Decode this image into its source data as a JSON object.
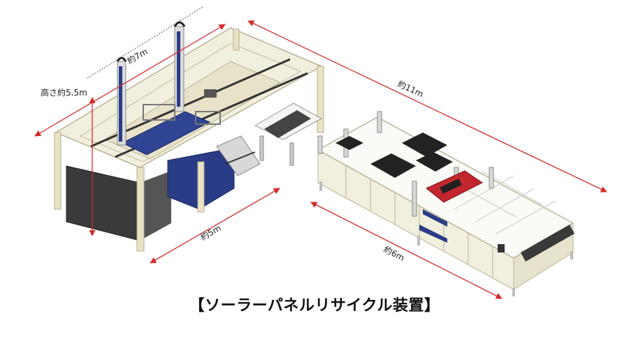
{
  "dimensions": {
    "height": "高さ約5.5m",
    "length_a": "約7m",
    "length_b": "約5m",
    "length_c": "約11m",
    "length_d": "約6m"
  },
  "caption": "【ソーラーパネルリサイクル装置】",
  "colors": {
    "frame": "#e9e3c6",
    "panel": "#f1efde",
    "accent_blue": "#23357a",
    "dark": "#2b2b2b",
    "red_arrow": "#d42a2a",
    "red_part": "#c2272d"
  }
}
